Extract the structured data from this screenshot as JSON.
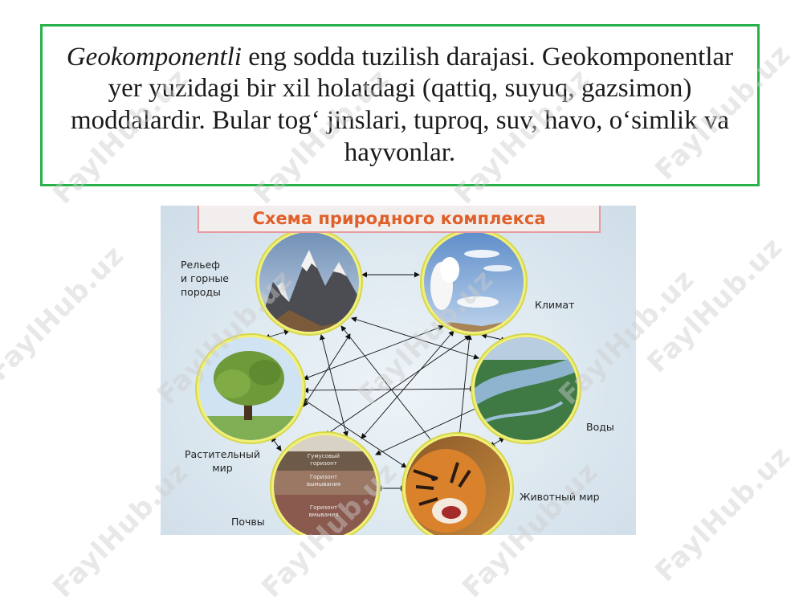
{
  "text_block": {
    "italic_term": "Geokomponentli",
    "rest": " eng sodda tuzilish darajasi. Geokomponentlar yer yuzidagi bir xil holatdagi (qattiq, suyuq, gazsimon) moddalardir. Bular tog‘ jinslari, tuproq, suv, havo, o‘simlik va hayvonlar."
  },
  "diagram": {
    "title": "Схема природного комплекса",
    "nodes": [
      {
        "id": "relief",
        "label_lines": [
          "Рельеф",
          "и горные",
          "породы"
        ],
        "image": "mountains"
      },
      {
        "id": "climate",
        "label_lines": [
          "Климат"
        ],
        "image": "clouds"
      },
      {
        "id": "water",
        "label_lines": [
          "Воды"
        ],
        "image": "river"
      },
      {
        "id": "fauna",
        "label_lines": [
          "Животный мир"
        ],
        "image": "tiger"
      },
      {
        "id": "soil",
        "label_lines": [
          "Почвы"
        ],
        "image": "soil-profile"
      },
      {
        "id": "flora",
        "label_lines": [
          "Растительный",
          "мир"
        ],
        "image": "tree"
      }
    ],
    "soil_layers": [
      "Гумусовый горизонт",
      "Горизонт вымывания",
      "Горизонт вмывания"
    ],
    "colors": {
      "title": "#e0602a",
      "ring": "#e8e85a",
      "frame": "#27b14a"
    }
  },
  "watermark": "FaylHub.uz"
}
